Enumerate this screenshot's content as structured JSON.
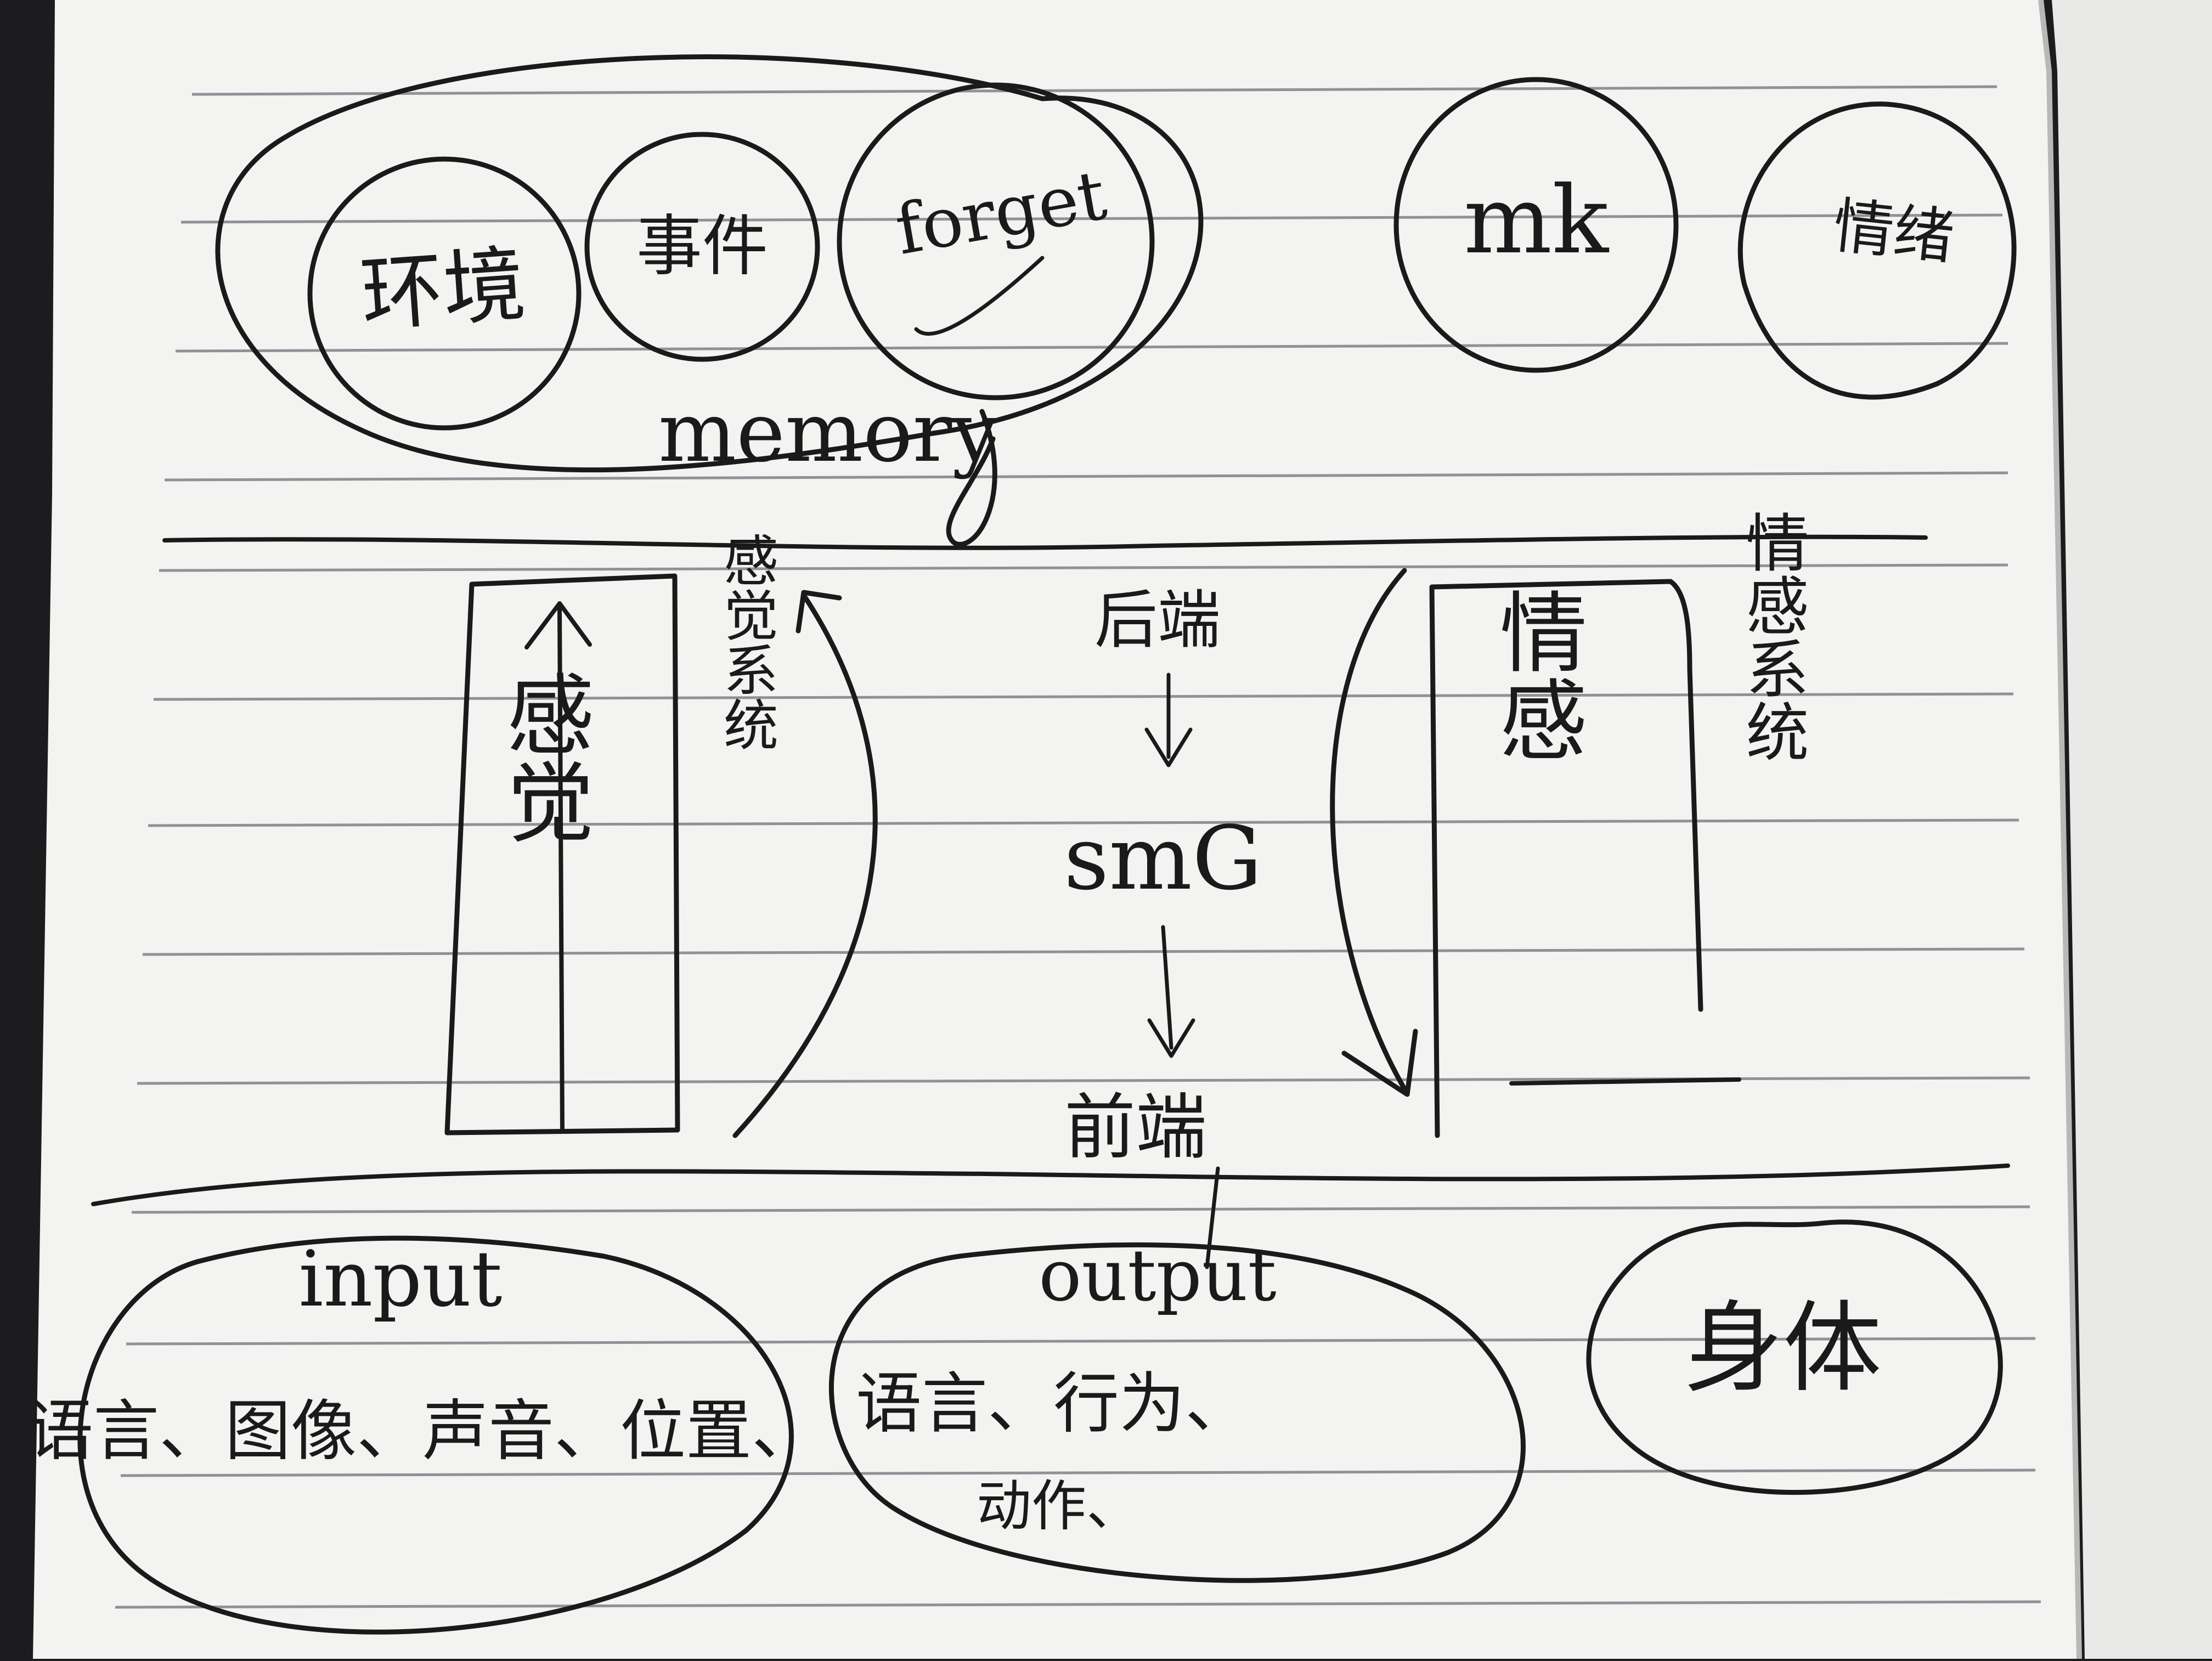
{
  "colors": {
    "paper": "#f3f3f1",
    "rule_line": "#8d9397",
    "ink": "#1a1a1a",
    "background": "#1c1c1e"
  },
  "memory_group": {
    "label": "memory",
    "items": [
      "环境",
      "事件",
      "forget"
    ]
  },
  "top_right": {
    "mk_label": "mk",
    "note_label": "情绪"
  },
  "middle": {
    "left_box_label": "感觉",
    "left_side_label": "感觉系统",
    "backend_label": "后端",
    "center_label": "smG",
    "frontend_label": "前端",
    "right_box_label": "情感",
    "right_side_label": "情感系统"
  },
  "bottom": {
    "input": {
      "title": "input",
      "content": "语言、图像、声音、位置、"
    },
    "output": {
      "title": "output",
      "content": "语言、行为、",
      "extra": "动作、"
    },
    "body": {
      "label": "身体"
    }
  }
}
